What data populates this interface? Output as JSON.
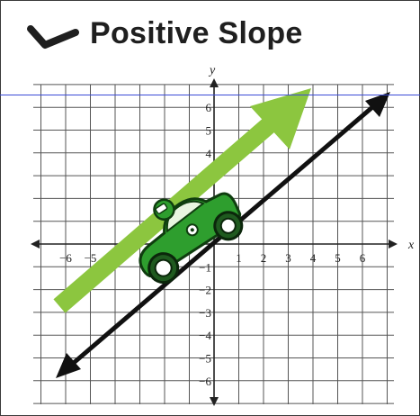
{
  "title": "Positive Slope",
  "axes": {
    "x_label": "x",
    "y_label": "y",
    "x_ticks": [
      "−6",
      "−5",
      "1",
      "2",
      "3",
      "4",
      "5",
      "6"
    ],
    "y_ticks": [
      "6",
      "5",
      "4",
      "−1",
      "−2",
      "−3",
      "−4",
      "−5",
      "−6"
    ]
  },
  "colors": {
    "grid": "#555555",
    "arrow_green": "#8cc63f",
    "line_black": "#111111",
    "car_green": "#2e9e2e",
    "guide_blue": "#3b4bd6"
  },
  "icons": {
    "check": "check-mark-icon",
    "car": "race-car-icon"
  }
}
